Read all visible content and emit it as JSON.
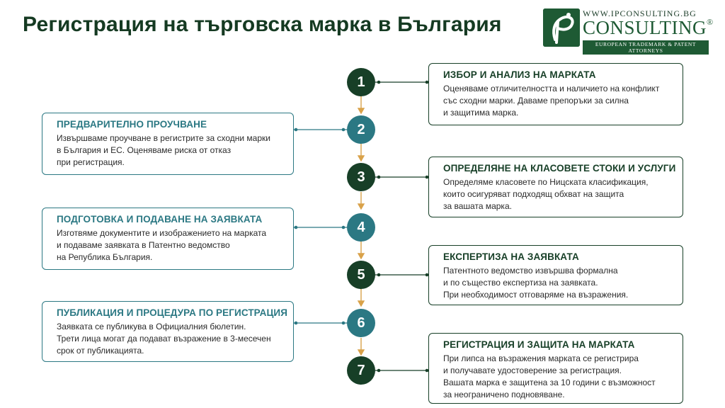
{
  "title": "Регистрация на търговска марка в България",
  "logo": {
    "url": "WWW.IPCONSULTING.BG",
    "name": "CONSULTING",
    "registered": "®",
    "subtitle": "EUROPEAN TRADEMARK & PATENT ATTORNEYS"
  },
  "colors": {
    "dark_green": "#173f27",
    "teal": "#2b7883",
    "arrow": "#d9a24a"
  },
  "steps": [
    {
      "number": "1",
      "title": "ИЗБОР И АНАЛИЗ НА МАРКАТА",
      "lines": [
        "Оценяваме отличителността и наличието на конфликт",
        "със сходни марки. Даваме препоръки за силна",
        "и защитима марка."
      ]
    },
    {
      "number": "2",
      "title": "ПРЕДВАРИТЕЛНО ПРОУЧВАНЕ",
      "lines": [
        "Извършваме проучване в регистрите за сходни марки",
        "в България и ЕС. Оценяваме риска от отказ",
        "при регистрация."
      ]
    },
    {
      "number": "3",
      "title": "ОПРЕДЕЛЯНЕ НА КЛАСОВЕТЕ СТОКИ И УСЛУГИ",
      "lines": [
        "Определяме класовете по Ницската класификация,",
        "които осигуряват подходящ обхват на защита",
        "за вашата марка."
      ]
    },
    {
      "number": "4",
      "title": "ПОДГОТОВКА И ПОДАВАНЕ НА ЗАЯВКАТА",
      "lines": [
        "Изготвяме документите и изображението на марката",
        "и подаваме заявката в Патентно ведомство",
        "на Република България."
      ]
    },
    {
      "number": "5",
      "title": "ЕКСПЕРТИЗА НА ЗАЯВКАТА",
      "lines": [
        "Патентното ведомство извършва формална",
        "и по същество експертиза на заявката.",
        "При необходимост отговаряме на възражения."
      ]
    },
    {
      "number": "6",
      "title": "ПУБЛИКАЦИЯ И ПРОЦЕДУРА ПО РЕГИСТРАЦИЯ",
      "lines": [
        "Заявката се публикува в Официалния бюлетин.",
        "Трети лица могат да подават възражение в 3-месечен",
        "срок от публикацията."
      ]
    },
    {
      "number": "7",
      "title": "РЕГИСТРАЦИЯ И ЗАЩИТА НА МАРКАТА",
      "lines": [
        "При липса на възражения марката се регистрира",
        "и получавате удостоверение за регистрация.",
        "Вашата марка е защитена за 10 години с възможност",
        "за неограничено подновяване."
      ]
    }
  ]
}
